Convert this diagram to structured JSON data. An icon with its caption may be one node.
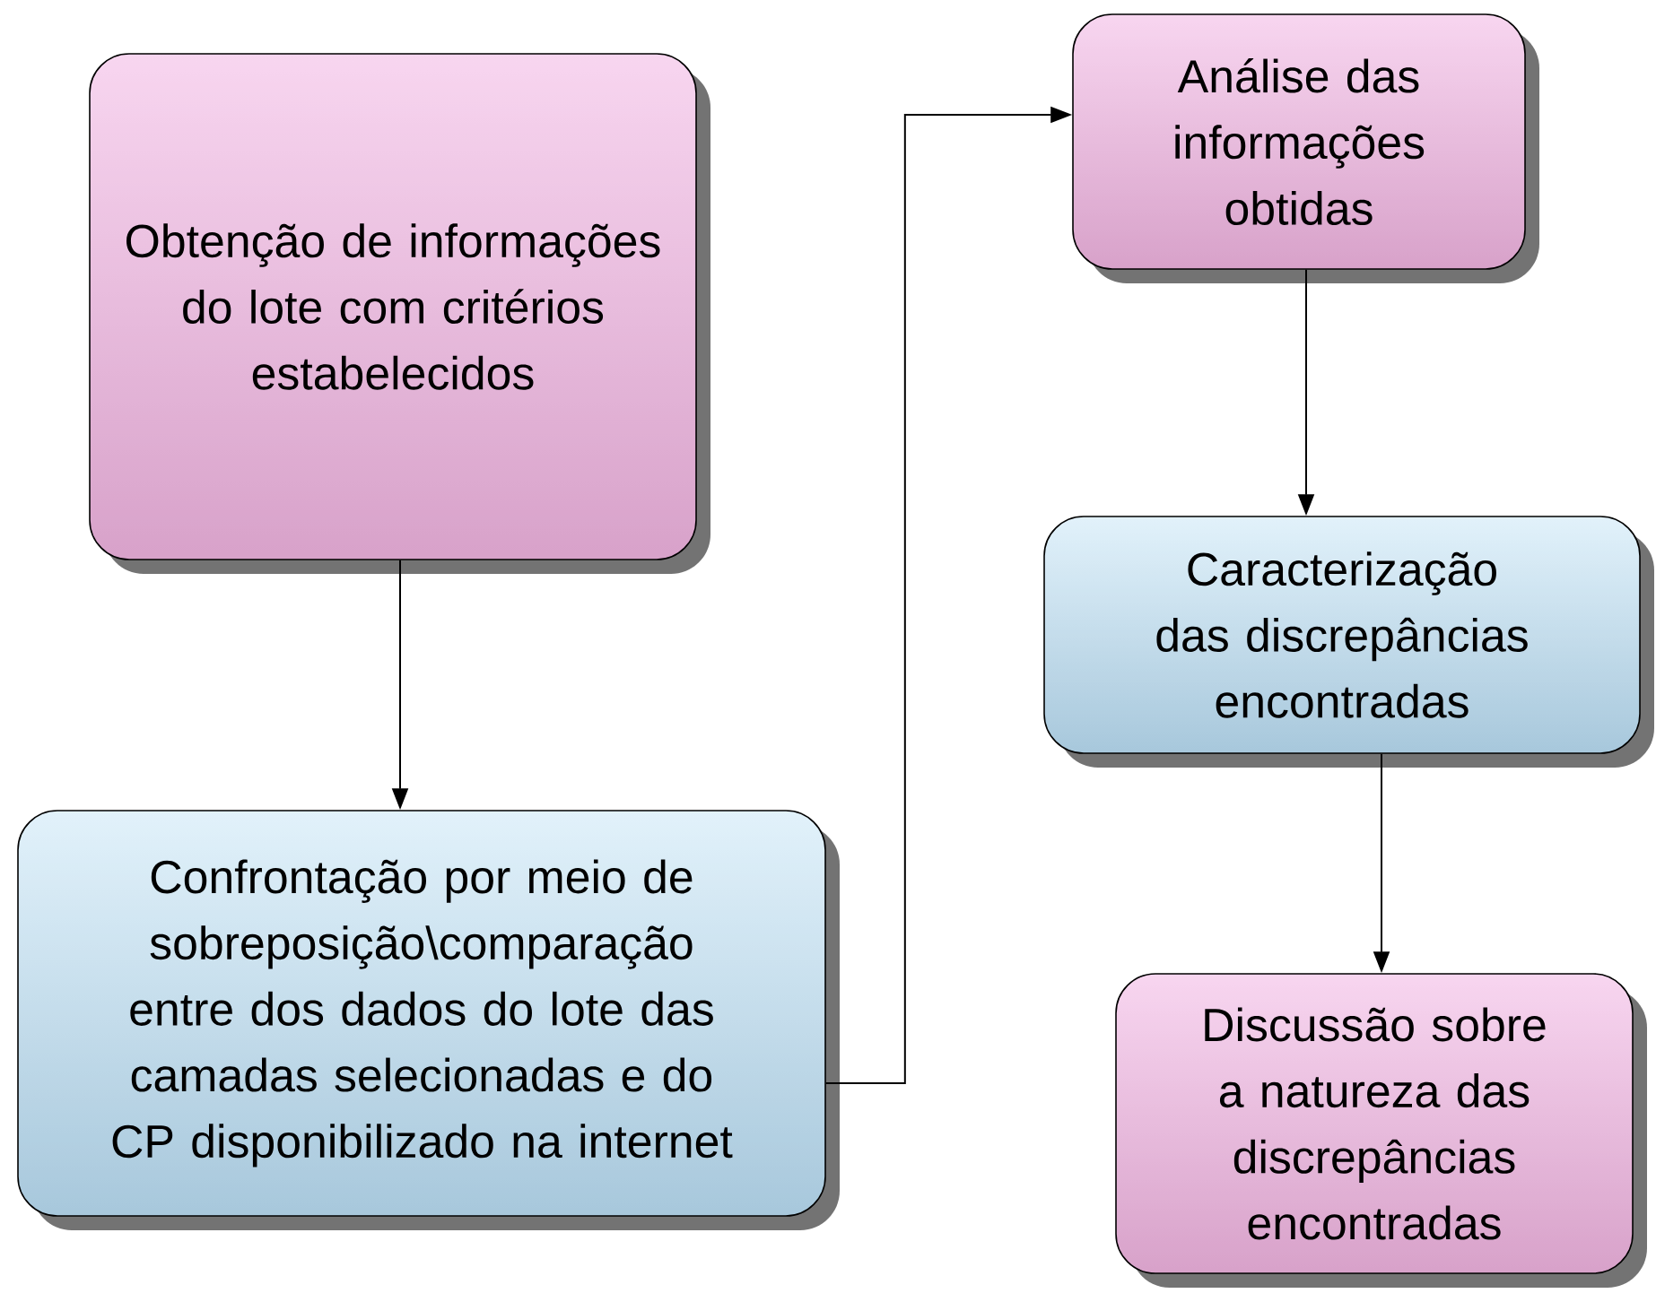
{
  "diagram": {
    "nodes": [
      {
        "text": [
          "Obtenção de informações do lote com critérios estabelecidos"
        ]
      },
      {
        "text": [
          "Confrontação por meio de sobreposição\\comparação entre dos dados do lote das camadas selecionadas e do CP disponibilizado na internet"
        ]
      },
      {
        "text": [
          "Análise das informações obtidas"
        ]
      },
      {
        "text": [
          "Caracterização das discrepâncias encontradas"
        ]
      },
      {
        "text": [
          "Discussão sobre a natureza das discrepâncias encontradas"
        ]
      }
    ],
    "edges": [
      {
        "from": 0,
        "to": 1,
        "arrow": "to"
      },
      {
        "from": 1,
        "to": 2,
        "arrow": "to"
      },
      {
        "from": 2,
        "to": 3,
        "arrow": "to"
      },
      {
        "from": 3,
        "to": 4,
        "arrow": "to"
      }
    ]
  }
}
